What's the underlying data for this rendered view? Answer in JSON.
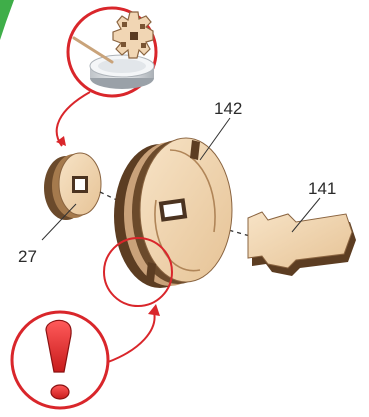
{
  "parts": [
    {
      "id": "part-142",
      "label": "142"
    },
    {
      "id": "part-141",
      "label": "141"
    },
    {
      "id": "part-27",
      "label": "27"
    }
  ],
  "icons": {
    "glue_callout": "glue-dab-icon",
    "warning": "exclamation-warning-icon",
    "corner_tab": "green-corner-tab"
  },
  "colors": {
    "accent_red": "#d9262b",
    "wood_light": "#efd2ad",
    "wood_dark": "#6b4a2b",
    "corner_green": "#3fae49"
  }
}
